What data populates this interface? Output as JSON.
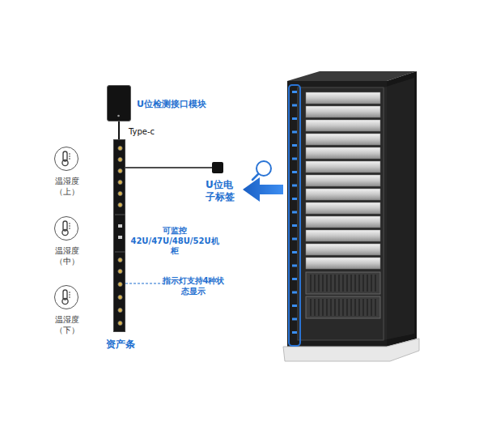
{
  "diagram": {
    "nodes": [
      {
        "text": [
          "U位检测接口模块"
        ]
      },
      {
        "text": [
          "资产条"
        ]
      },
      {
        "text": [
          "U位电子标签"
        ]
      },
      {
        "text": [
          "温湿度 （上）"
        ]
      },
      {
        "text": [
          "温湿度 （中）"
        ]
      },
      {
        "text": [
          "温湿度 （下）"
        ]
      }
    ],
    "edges": [
      {
        "from": 0,
        "to": 1,
        "arrow": "none",
        "label": "Type-c"
      },
      {
        "from": 1,
        "to": 2,
        "arrow": "none"
      }
    ],
    "labels": [
      "可监控 42U/47U/48U/52U机柜",
      "指示灯支持4种状态显示"
    ]
  }
}
